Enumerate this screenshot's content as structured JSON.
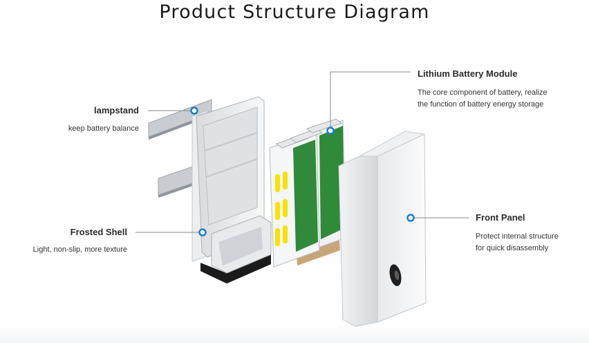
{
  "title": "Product Structure Diagram",
  "callouts": {
    "lampstand": {
      "label": "lampstand",
      "description": "keep battery balance"
    },
    "frosted_shell": {
      "label": "Frosted Shell",
      "description": "Light, non-slip, more texture"
    },
    "battery_module": {
      "label": "Lithium Battery Module",
      "description_line1": "The core component of battery, realize",
      "description_line2": "the function of battery energy storage"
    },
    "front_panel": {
      "label": "Front Panel",
      "description_line1": "Protect internal structure",
      "description_line2": "for quick disassembly"
    }
  },
  "colors": {
    "marker": "#1b7fc6",
    "leader_line": "#8a8a8a",
    "cell_yellow": "#f6e300",
    "cell_green": "#2f8a3a",
    "panel_white": "#f4f5f6",
    "base_black": "#1b1b1b"
  }
}
